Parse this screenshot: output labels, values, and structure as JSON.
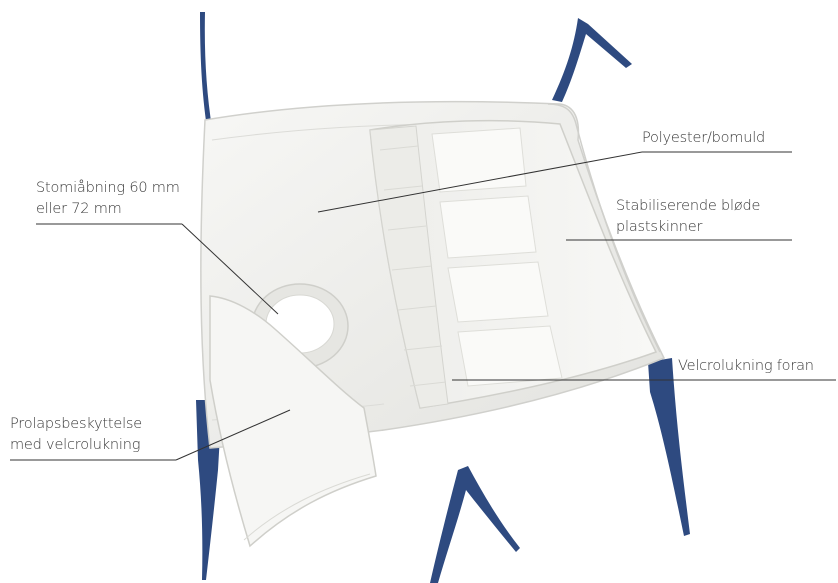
{
  "colors": {
    "background": "#ffffff",
    "strap": "#2e4a80",
    "fabric": "#f1f1ef",
    "fabric_shadow": "#d9d9d5",
    "leader_line": "#333333",
    "text": "#3a3a3a"
  },
  "labels": {
    "polyester": [
      "Polyester/bomuld"
    ],
    "stoma": [
      "Stomiåbning 60 mm",
      "eller 72 mm"
    ],
    "splints": [
      "Stabiliserende bløde",
      "plastskinner"
    ],
    "velcro_front": [
      "Velcrolukning foran"
    ],
    "prolapse": [
      "Prolapsbeskyttelse",
      "med velcrolukning"
    ]
  }
}
